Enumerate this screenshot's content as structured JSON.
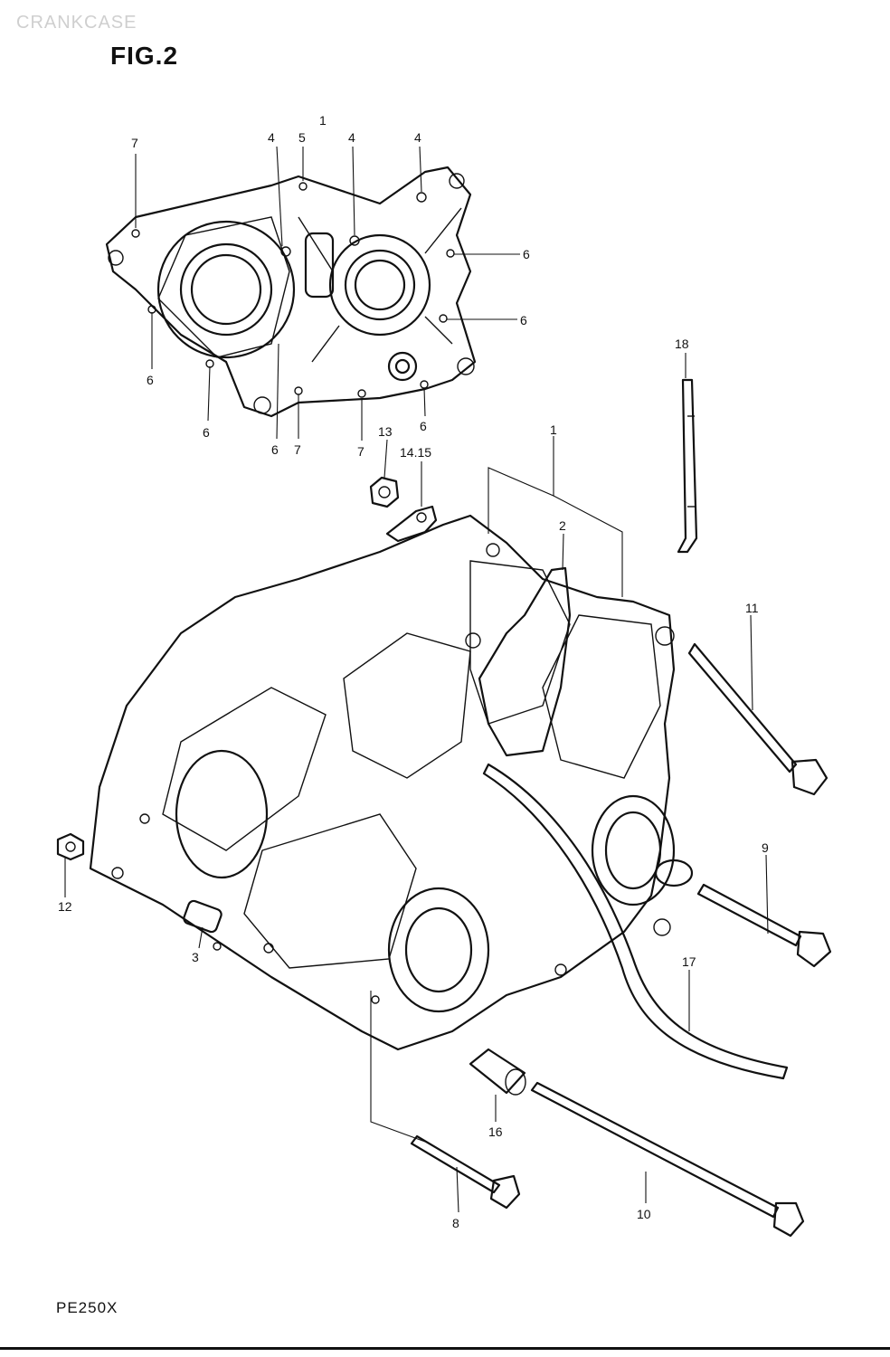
{
  "watermark": "CRANKCASE",
  "figure_title": "FIG.2",
  "model_code": "PE250X",
  "callouts": {
    "c1_top": "1",
    "c4a": "4",
    "c5": "5",
    "c4b": "4",
    "c4c": "4",
    "c7_tl": "7",
    "c6_r1": "6",
    "c6_r2": "6",
    "c6_l": "6",
    "c6_bl": "6",
    "c6_bm": "6",
    "c7_bm": "7",
    "c7_b2": "7",
    "c6_br": "6",
    "c18": "18",
    "c13": "13",
    "c14_15": "14.15",
    "c1": "1",
    "c2": "2",
    "c11": "11",
    "c9": "9",
    "c12": "12",
    "c3": "3",
    "c17": "17",
    "c16": "16",
    "c8": "8",
    "c10": "10"
  }
}
